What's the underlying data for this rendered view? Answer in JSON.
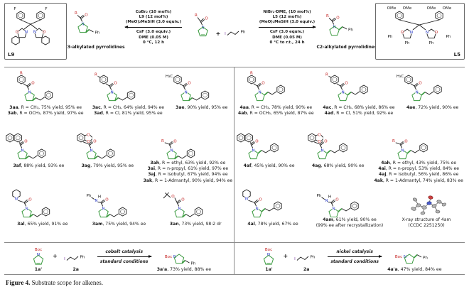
{
  "glyphs": {
    "R": "R",
    "O": "O",
    "N": "N",
    "F": "F",
    "I": "I",
    "H": "H",
    "Ph": "Ph",
    "Boc": "Boc",
    "OMe": "OMe",
    "MeO": "MeO",
    "H3C": "H₃C",
    "plus": "+"
  },
  "top_scheme": {
    "left_ligand_label": "L9",
    "right_ligand_label": "L5",
    "left_product_label": "C3-alkylated pyrrolidines",
    "right_product_label": "C2-alkylated pyrrolidines",
    "left_cond_above": [
      "CoBr₂ (10 mol%)",
      "L9 (12 mol%)",
      "(MeO)₂MeSiH (3.0 equiv.)"
    ],
    "left_cond_below": [
      "CsF (3.0 equiv.)",
      "DME (0.05 M)",
      "0 °C, 12 h"
    ],
    "right_cond_above": [
      "NiBr₂·DME, (10 mol%)",
      "L5 (12 mol%)",
      "(MeO)₂MeSiH (3.0 equiv.)"
    ],
    "right_cond_below": [
      "CsF (3.0 equiv.)",
      "DME (0.05 M)",
      "0 °C to r.t., 24 h"
    ]
  },
  "left_compounds": [
    {
      "lines": [
        {
          "b": "3aa",
          "t": ", R = CH₃, 75% yield, 95% ee"
        },
        {
          "b": "3ab",
          "t": ", R = OCH₃, 87% yield, 97% ee"
        }
      ]
    },
    {
      "lines": [
        {
          "b": "3ac",
          "t": ", R = CH₃, 64% yield, 94% ee"
        },
        {
          "b": "3ad",
          "t": ", R = Cl, 81% yield, 95% ee"
        }
      ]
    },
    {
      "lines": [
        {
          "b": "3ae",
          "t": ", 90% yield, 95% ee"
        }
      ]
    },
    {
      "lines": [
        {
          "b": "3af",
          "t": ", 88% yield, 93% ee"
        }
      ]
    },
    {
      "lines": [
        {
          "b": "3ag",
          "t": ", 79% yield, 95% ee"
        }
      ]
    },
    {
      "lines": [
        {
          "b": "3ah",
          "t": ", R = ethyl, 63% yield, 92% ee"
        },
        {
          "b": "3ai",
          "t": ", R = n-propyl, 61% yield, 97% ee"
        },
        {
          "b": "3aj",
          "t": ", R = isobutyl, 67% yield, 94% ee"
        },
        {
          "b": "3ak",
          "t": ", R = 1-Admantyl, 90% yield, 94% ee"
        }
      ]
    },
    {
      "lines": [
        {
          "b": "3al",
          "t": ", 65% yield, 91% ee"
        }
      ]
    },
    {
      "lines": [
        {
          "b": "3am",
          "t": ", 75% yield, 94% ee"
        }
      ]
    },
    {
      "lines": [
        {
          "b": "3an",
          "t": ", 73% yield, 98:2 dr"
        }
      ]
    }
  ],
  "right_compounds": [
    {
      "lines": [
        {
          "b": "4aa",
          "t": ", R = CH₃, 78% yield, 90% ee"
        },
        {
          "b": "4ab",
          "t": ", R = OCH₃, 65% yield, 87% ee"
        }
      ]
    },
    {
      "lines": [
        {
          "b": "4ac",
          "t": ", R = CH₃, 68% yield, 86% ee"
        },
        {
          "b": "4ad",
          "t": ", R = Cl, 51% yield, 92% ee"
        }
      ]
    },
    {
      "lines": [
        {
          "b": "4ae",
          "t": ", 72% yield, 90% ee"
        }
      ]
    },
    {
      "lines": [
        {
          "b": "4af",
          "t": ", 45% yield, 90% ee"
        }
      ]
    },
    {
      "lines": [
        {
          "b": "4ag",
          "t": ", 68% yield, 90% ee"
        }
      ]
    },
    {
      "lines": [
        {
          "b": "4ah",
          "t": ", R = ethyl, 43% yield, 75% ee"
        },
        {
          "b": "4ai",
          "t": ", R = n-propyl, 53% yield, 84% ee"
        },
        {
          "b": "4aj",
          "t": ", R = isobutyl, 56% yield, 86% ee"
        },
        {
          "b": "4ak",
          "t": ", R = 1-Admantyl, 74% yield, 83% ee"
        }
      ]
    },
    {
      "lines": [
        {
          "b": "4al",
          "t": ", 78% yield, 67% ee"
        }
      ]
    },
    {
      "lines": [
        {
          "b": "4am",
          "t": ", 61% yield, 90% ee"
        },
        {
          "b": "",
          "t": "(99% ee after recrystallization)"
        }
      ]
    },
    {
      "lines": [
        {
          "b": "",
          "t": "X-ray structure of 4am"
        },
        {
          "b": "",
          "t": "(CCDC 2251250)"
        }
      ]
    }
  ],
  "bottom_left": {
    "sm1_label": "1a'",
    "sm2_label": "2a",
    "arrow_line1": "cobalt catalysis",
    "arrow_line2": "standard conditions",
    "product": {
      "b": "3a'a",
      "t": ", 73% yield, 88% ee"
    }
  },
  "bottom_right": {
    "sm1_label": "1a'",
    "sm2_label": "2a",
    "arrow_line1": "nickel catalysis",
    "arrow_line2": "standard conditions",
    "product": {
      "b": "4a'a",
      "t": ", 47% yield, 84% ee"
    }
  },
  "caption": {
    "label": "Figure 4.",
    "text": " Substrate scope for alkenes."
  }
}
